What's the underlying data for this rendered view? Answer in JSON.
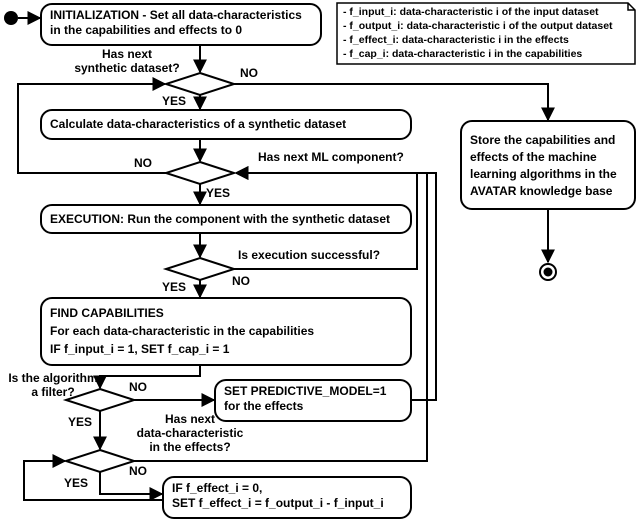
{
  "legend": {
    "items": [
      "- f_input_i: data-characteristic i of the input dataset",
      "- f_output_i: data-characteristic i of the output dataset",
      "- f_effect_i: data-characteristic i in the effects",
      "- f_cap_i: data-characteristic i in the capabilities"
    ]
  },
  "nodes": {
    "init": [
      "INITIALIZATION - Set all data-characteristics",
      "in the capabilities and effects to 0"
    ],
    "calc": [
      "Calculate data-characteristics of a synthetic dataset"
    ],
    "exec": [
      "EXECUTION: Run the component with the synthetic dataset"
    ],
    "find": [
      "FIND CAPABILITIES",
      "For each data-characteristic in the capabilities",
      "IF f_input_i = 1, SET f_cap_i = 1"
    ],
    "predict": [
      "SET PREDICTIVE_MODEL=1",
      "for the effects"
    ],
    "effect": [
      "IF f_effect_i = 0,",
      "SET f_effect_i = f_output_i - f_input_i"
    ],
    "store": [
      "Store the capabilities and",
      "effects of the machine",
      "learning algorithms in the",
      "AVATAR knowledge base"
    ]
  },
  "decisions": {
    "d1": [
      "Has next",
      "synthetic dataset?"
    ],
    "d2": [
      "Has next ML component?"
    ],
    "d3": [
      "Is execution successful?"
    ],
    "d4": [
      "Is the algorithm",
      "a filter?"
    ],
    "d5": [
      "Has next",
      "data-characteristic",
      "in the effects?"
    ]
  },
  "edge_labels": {
    "d1_no": "NO",
    "d1_yes": "YES",
    "d2_no": "NO",
    "d2_yes": "YES",
    "d3_no": "NO",
    "d3_yes": "YES",
    "d4_no": "NO",
    "d4_yes": "YES",
    "d5_no": "NO",
    "d5_yes": "YES"
  }
}
